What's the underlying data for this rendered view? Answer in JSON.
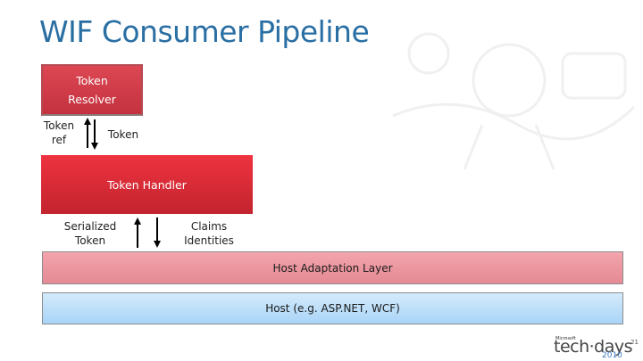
{
  "slide": {
    "title": "WIF Consumer Pipeline",
    "page_number": "21"
  },
  "diagram": {
    "token_resolver": "Token Resolver",
    "token_ref": "Token\nref",
    "token": "Token",
    "token_handler": "Token Handler",
    "serialized_token": "Serialized\nToken",
    "claims_identities": "Claims\nIdentities",
    "host_adaptation_layer": "Host Adaptation Layer",
    "host": "Host (e.g. ASP.NET, WCF)"
  },
  "logo": {
    "brand": "Microsoft",
    "name": "tech·days",
    "year": "2010"
  },
  "colors": {
    "title": "#2a6fa3",
    "token_resolver": "#d43c48",
    "token_handler": "#e02c38",
    "host_adaptation_layer": "#ec98a0",
    "host": "#bfe0f9"
  }
}
